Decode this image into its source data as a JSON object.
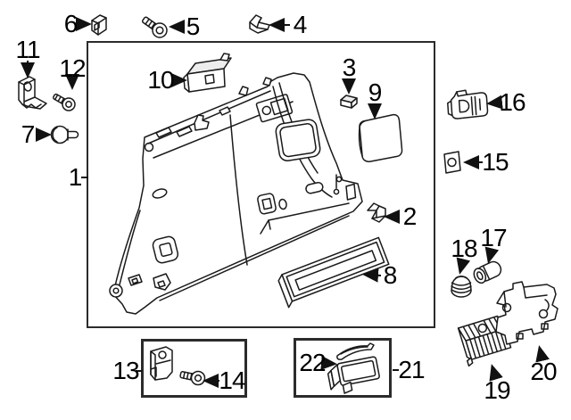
{
  "colors": {
    "background": "#ffffff",
    "line": "#1a1a1a",
    "label": "#000000",
    "box_border": "#2b2b2b"
  },
  "callouts": [
    {
      "label": "1",
      "icon": "quarter-trim-panel-assembly"
    },
    {
      "label": "2",
      "icon": "retainer-clip"
    },
    {
      "label": "3",
      "icon": "trim-clip"
    },
    {
      "label": "4",
      "icon": "trim-clip"
    },
    {
      "label": "5",
      "icon": "screw"
    },
    {
      "label": "6",
      "icon": "trim-clip"
    },
    {
      "label": "7",
      "icon": "push-pin-rivet"
    },
    {
      "label": "8",
      "icon": "sill-trim-plate"
    },
    {
      "label": "9",
      "icon": "access-cover"
    },
    {
      "label": "10",
      "icon": "mount-bracket"
    },
    {
      "label": "11",
      "icon": "l-bracket"
    },
    {
      "label": "12",
      "icon": "screw"
    },
    {
      "label": "13",
      "icon": "bracket"
    },
    {
      "label": "14",
      "icon": "screw"
    },
    {
      "label": "15",
      "icon": "spacer-plate"
    },
    {
      "label": "16",
      "icon": "latch-bezel"
    },
    {
      "label": "17",
      "icon": "sleeve"
    },
    {
      "label": "18",
      "icon": "grommet"
    },
    {
      "label": "19",
      "icon": "storage-module"
    },
    {
      "label": "20",
      "icon": "mounting-bracket"
    },
    {
      "label": "21",
      "icon": "pocket-bezel"
    },
    {
      "label": "22",
      "icon": "pull-handle"
    }
  ]
}
